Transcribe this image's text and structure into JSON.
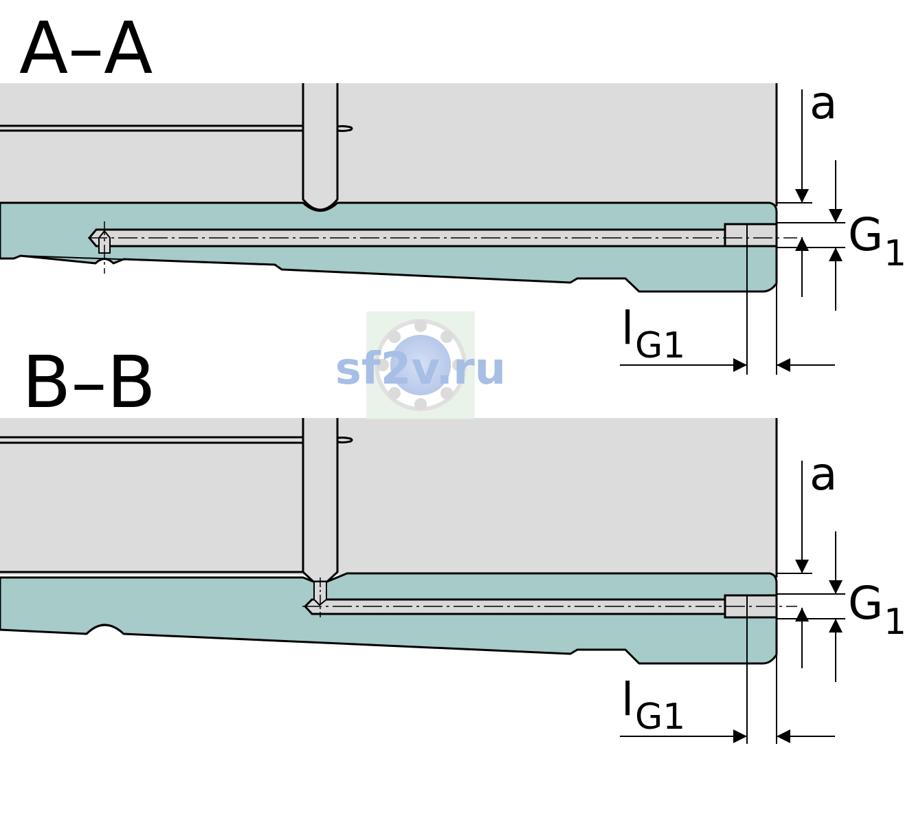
{
  "sections": [
    {
      "title": "A–A"
    },
    {
      "title": "B–B"
    }
  ],
  "dimensions": {
    "a": "a",
    "g1_main": "G",
    "g1_sub": "1",
    "lg1_main": "l",
    "lg1_sub": "G1"
  },
  "watermark": {
    "text": "sf2v.ru"
  },
  "colors": {
    "housing_gray": "#dcdcdc",
    "rail_teal": "#a6cbc9",
    "outline": "#000000",
    "bore_fill": "#d9d9d9",
    "watermark_text": "#8aa9de"
  },
  "icons": {
    "watermark_emblem": "bearing-icon",
    "dim_arrows": "arrow-icon"
  }
}
